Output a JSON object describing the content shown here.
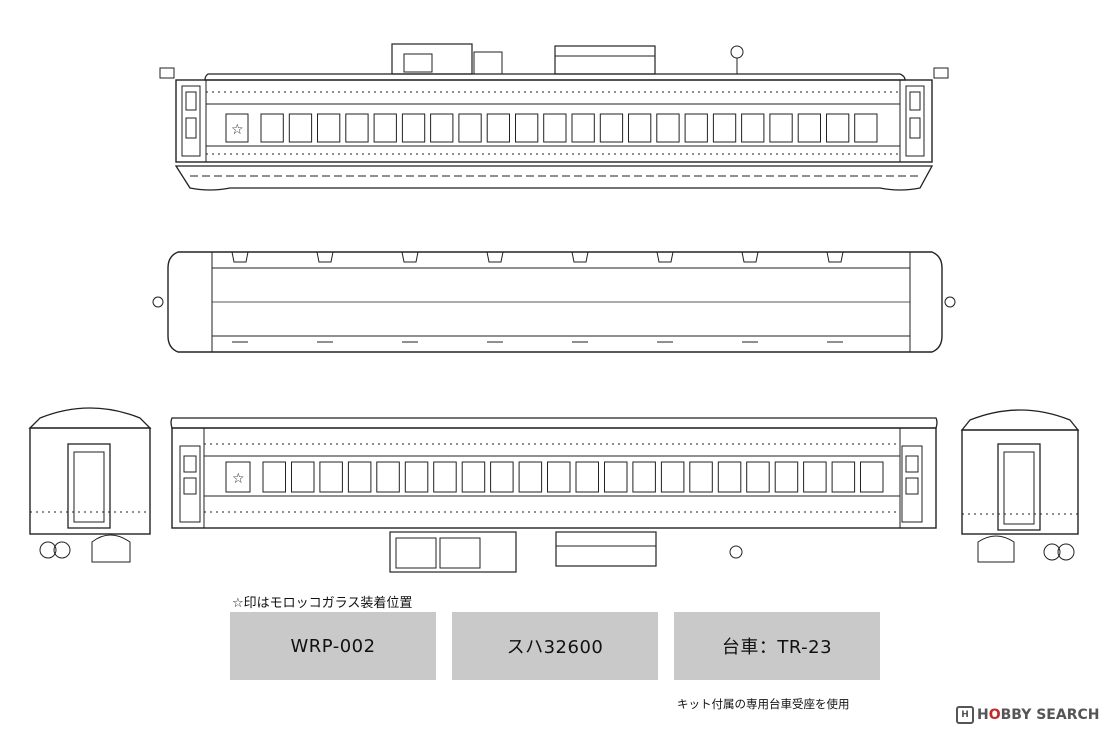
{
  "notes": {
    "star_note": "☆印はモロッコガラス装着位置",
    "bogie_note": "キット付属の専用台車受座を使用"
  },
  "labels": [
    "WRP-002",
    "スハ32600",
    "台車：TR-23"
  ],
  "watermark": {
    "part1": "H",
    "part2": "O",
    "part3": "BBY SEARCH"
  },
  "side_window_count": 22
}
